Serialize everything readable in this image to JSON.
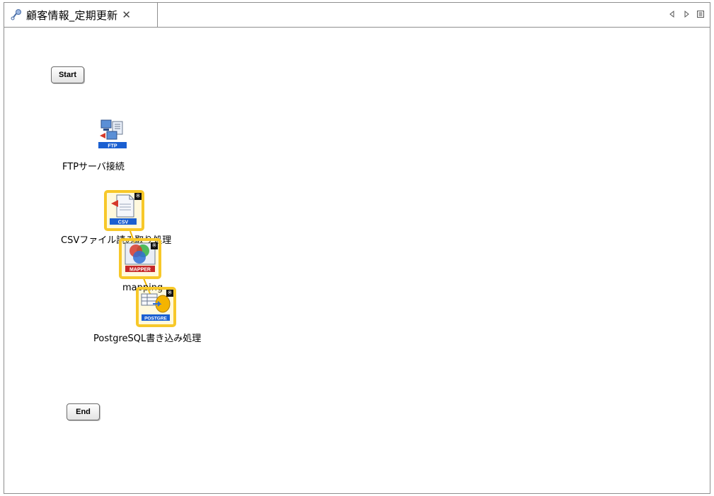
{
  "editor_tab": {
    "title": "顧客情報_定期更新",
    "close_glyph": "✕"
  },
  "canvas": {
    "start_label": "Start",
    "end_label": "End",
    "nodes": {
      "ftp": {
        "label": "FTPサーバ接続",
        "icon_tag": "FTP",
        "icon": "ftp-server-icon"
      },
      "csv": {
        "label": "CSVファイル読み取り処理",
        "icon_tag": "CSV",
        "icon": "csv-file-icon",
        "badge": "※"
      },
      "mapper": {
        "label": "mapping",
        "icon_tag": "MAPPER",
        "icon": "mapper-icon",
        "badge": "※"
      },
      "postgre": {
        "label": "PostgreSQL書き込み処理",
        "icon_tag": "POSTGRE",
        "icon": "postgres-icon",
        "badge": "※"
      }
    }
  },
  "colors": {
    "selection": "#f7c829",
    "connector": "#f0b400",
    "tag_blue": "#1a5fd1",
    "tag_red": "#c62828"
  }
}
